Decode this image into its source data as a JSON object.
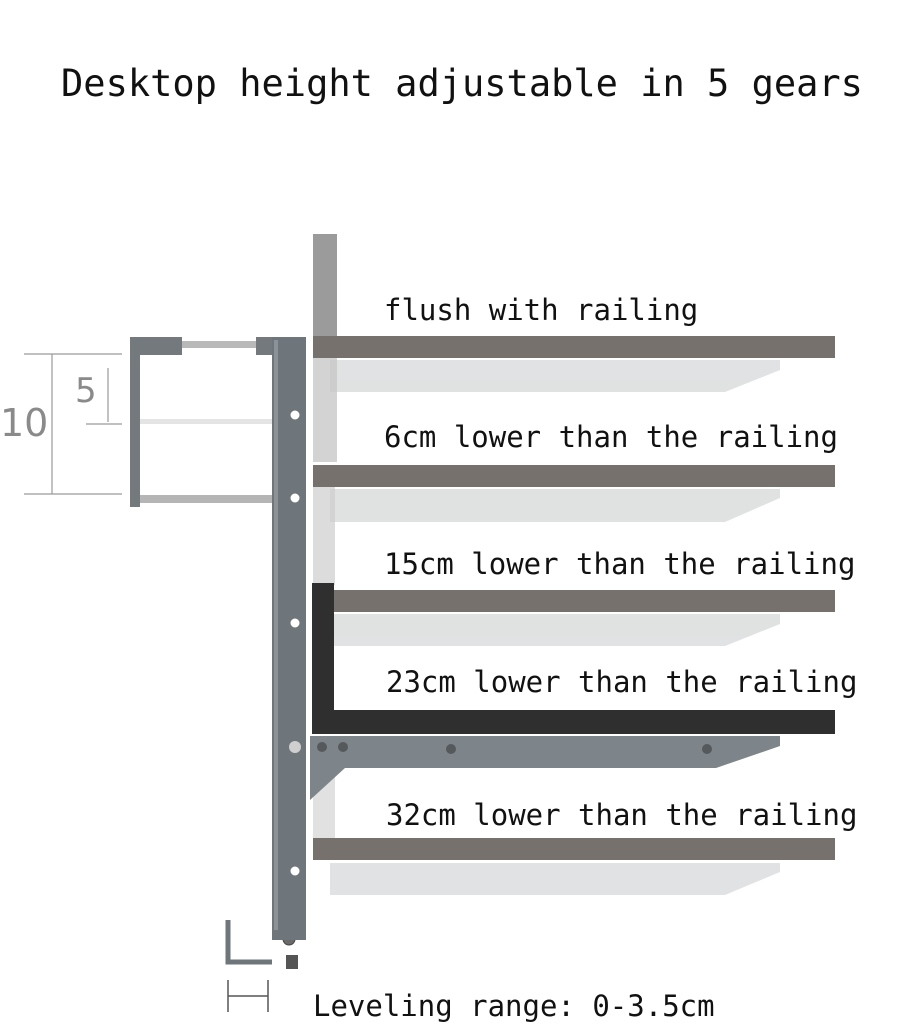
{
  "title": "Desktop height adjustable in 5 gears",
  "gears": [
    {
      "label": "flush with railing"
    },
    {
      "label": "6cm lower than the railing"
    },
    {
      "label": "15cm lower than the railing"
    },
    {
      "label": "23cm lower than the railing",
      "highlighted": true
    },
    {
      "label": "32cm lower than the railing"
    }
  ],
  "railing_dimensions": {
    "outer": "10",
    "inner": "5"
  },
  "leveling_range": "Leveling range: 0-3.5cm",
  "colors": {
    "shelf": "#77716d",
    "shelf_highlight": "#2f2f2f",
    "frame": "#6f767b",
    "bracket": "#d8dadb",
    "text": "#111111",
    "dimension": "#8a8a8a"
  }
}
